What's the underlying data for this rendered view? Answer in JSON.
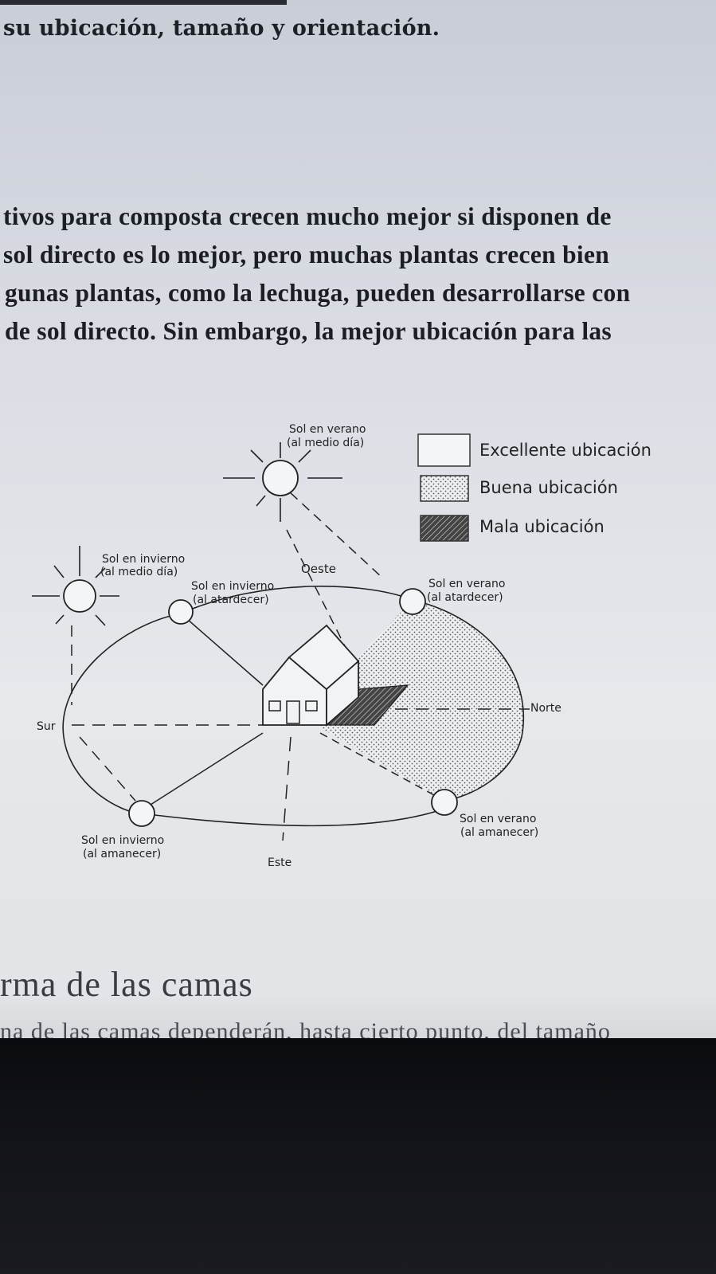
{
  "page": {
    "heading_top": "su ubicación, tamaño y orientación.",
    "paragraph_lines": [
      "tivos para composta crecen mucho mejor si disponen de",
      "sol directo es lo mejor, pero muchas plantas crecen bien",
      "gunas plantas, como la lechuga, pueden desarrollarse con",
      "de sol directo.  Sin embargo, la mejor ubicación para las"
    ],
    "section_title": "rma de las camas",
    "cut_line": "na de las camas dependerán, hasta cierto punto, del tamaño"
  },
  "figure": {
    "legend": [
      {
        "label": "Excellente ubicación",
        "pattern": "blank"
      },
      {
        "label": "Buena ubicación",
        "pattern": "dotted"
      },
      {
        "label": "Mala ubicación",
        "pattern": "hatched"
      }
    ],
    "labels": {
      "summer_noon_1": "Sol en verano",
      "summer_noon_2": "(al medio día)",
      "winter_noon_1": "Sol en invierno",
      "winter_noon_2": "(al medio día)",
      "winter_sunset_1": "Sol en invierno",
      "winter_sunset_2": "(al atardecer)",
      "oeste": "Oeste",
      "summer_sunset_1": "Sol en verano",
      "summer_sunset_2": "(al atardecer)",
      "norte": "Norte",
      "sur": "Sur",
      "este": "Este",
      "winter_sunrise_1": "Sol en invierno",
      "winter_sunrise_2": "(al amanecer)",
      "summer_sunrise_1": "Sol en verano",
      "summer_sunrise_2": "(al amanecer)"
    }
  }
}
